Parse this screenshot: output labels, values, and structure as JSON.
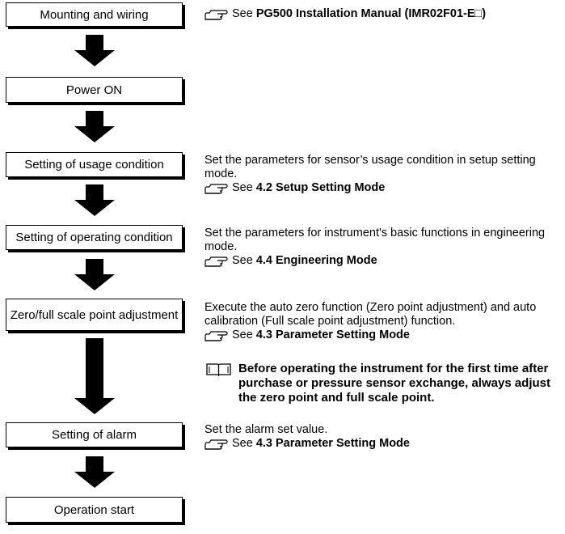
{
  "steps": [
    {
      "label": "Mounting and wiring"
    },
    {
      "label": "Power ON"
    },
    {
      "label": "Setting of usage condition"
    },
    {
      "label": "Setting of operating condition"
    },
    {
      "label": "Zero/full scale point adjustment"
    },
    {
      "label": "Setting of alarm"
    },
    {
      "label": "Operation start"
    }
  ],
  "descriptions": {
    "mounting": {
      "see": "See",
      "ref": "PG500 Installation Manual (IMR02F01-E□)"
    },
    "usage": {
      "text": "Set the parameters for sensor’s usage condition in setup setting mode.",
      "see": "See",
      "ref": "4.2 Setup Setting Mode"
    },
    "operating": {
      "text": "Set the parameters for instrument's basic functions in engineering mode.",
      "see": "See",
      "ref": "4.4 Engineering Mode"
    },
    "zero": {
      "text": "Execute the auto zero function (Zero point adjustment) and auto calibration (Full scale point adjustment) function.",
      "see": "See",
      "ref": "4.3 Parameter Setting Mode"
    },
    "note": {
      "text": "Before operating the instrument for the first time after purchase or pressure sensor exchange, always adjust the zero point and full scale point."
    },
    "alarm": {
      "text": "Set the alarm set value.",
      "see": "See",
      "ref": "4.3 Parameter Setting Mode"
    }
  },
  "icons": {
    "reference": "pointing-hand-icon",
    "note": "open-book-icon"
  }
}
